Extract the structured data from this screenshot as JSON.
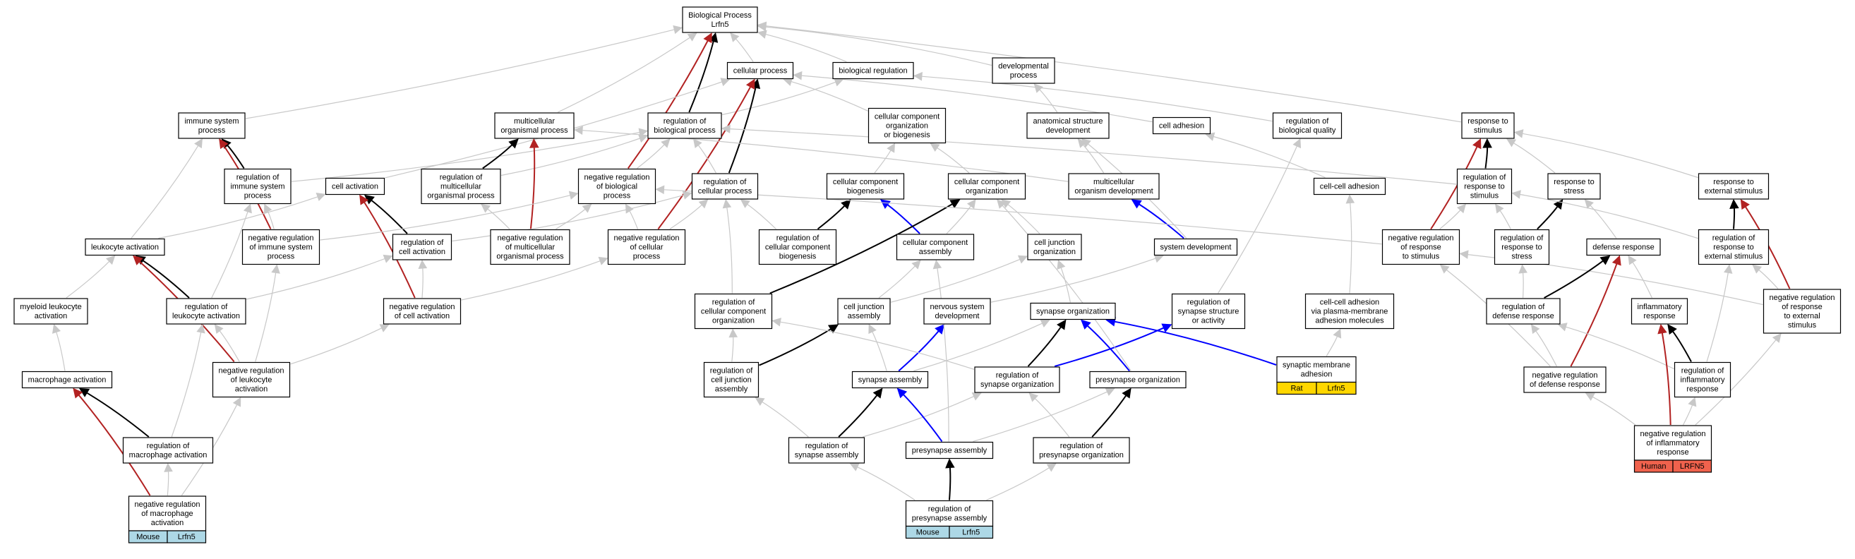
{
  "diagram": {
    "colors": {
      "is_a": "#c8c8c8",
      "regulates": "#000000",
      "negatively_regulates": "#b22222",
      "part_of": "#0000ff"
    },
    "nodes": [
      {
        "id": "bp",
        "lines": [
          "Biological Process",
          "Lrfn5"
        ]
      },
      {
        "id": "cp",
        "lines": [
          "cellular process"
        ]
      },
      {
        "id": "breg",
        "lines": [
          "biological regulation"
        ]
      },
      {
        "id": "devp",
        "lines": [
          "developmental",
          "process"
        ]
      },
      {
        "id": "isp",
        "lines": [
          "immune system",
          "process"
        ]
      },
      {
        "id": "mop",
        "lines": [
          "multicellular",
          "organismal process"
        ]
      },
      {
        "id": "rbp",
        "lines": [
          "regulation of",
          "biological process"
        ]
      },
      {
        "id": "ccob",
        "lines": [
          "cellular component",
          "organization",
          "or biogenesis"
        ]
      },
      {
        "id": "asd",
        "lines": [
          "anatomical structure",
          "development"
        ]
      },
      {
        "id": "cadh",
        "lines": [
          "cell adhesion"
        ]
      },
      {
        "id": "rbq",
        "lines": [
          "regulation of",
          "biological quality"
        ]
      },
      {
        "id": "rts",
        "lines": [
          "response to",
          "stimulus"
        ]
      },
      {
        "id": "risp",
        "lines": [
          "regulation of",
          "immune system",
          "process"
        ]
      },
      {
        "id": "cact",
        "lines": [
          "cell activation"
        ]
      },
      {
        "id": "rmop",
        "lines": [
          "regulation of",
          "multicellular",
          "organismal process"
        ]
      },
      {
        "id": "nrbp",
        "lines": [
          "negative regulation",
          "of biological",
          "process"
        ]
      },
      {
        "id": "rcp",
        "lines": [
          "regulation of",
          "cellular process"
        ]
      },
      {
        "id": "ccbio",
        "lines": [
          "cellular component",
          "biogenesis"
        ]
      },
      {
        "id": "cco",
        "lines": [
          "cellular component",
          "organization"
        ]
      },
      {
        "id": "mod",
        "lines": [
          "multicellular",
          "organism development"
        ]
      },
      {
        "id": "cca",
        "lines": [
          "cell-cell adhesion"
        ]
      },
      {
        "id": "rrts",
        "lines": [
          "regulation of",
          "response to",
          "stimulus"
        ]
      },
      {
        "id": "rtstr",
        "lines": [
          "response to",
          "stress"
        ]
      },
      {
        "id": "rtes",
        "lines": [
          "response to",
          "external stimulus"
        ]
      },
      {
        "id": "lact",
        "lines": [
          "leukocyte activation"
        ]
      },
      {
        "id": "nrisp",
        "lines": [
          "negative regulation",
          "of immune system",
          "process"
        ]
      },
      {
        "id": "rca",
        "lines": [
          "regulation of",
          "cell activation"
        ]
      },
      {
        "id": "nrmop",
        "lines": [
          "negative regulation",
          "of multicellular",
          "organismal process"
        ]
      },
      {
        "id": "nrcp",
        "lines": [
          "negative regulation",
          "of cellular",
          "process"
        ]
      },
      {
        "id": "rccb",
        "lines": [
          "regulation of",
          "cellular component",
          "biogenesis"
        ]
      },
      {
        "id": "cca2",
        "lines": [
          "cellular component",
          "assembly"
        ]
      },
      {
        "id": "cjo",
        "lines": [
          "cell junction",
          "organization"
        ]
      },
      {
        "id": "sysdev",
        "lines": [
          "system development"
        ]
      },
      {
        "id": "nrrts",
        "lines": [
          "negative regulation",
          "of response",
          "to stimulus"
        ]
      },
      {
        "id": "rrtstr",
        "lines": [
          "regulation of",
          "response to",
          "stress"
        ]
      },
      {
        "id": "defr",
        "lines": [
          "defense response"
        ]
      },
      {
        "id": "rrtes",
        "lines": [
          "regulation of",
          "response to",
          "external stimulus"
        ]
      },
      {
        "id": "mla",
        "lines": [
          "myeloid leukocyte",
          "activation"
        ]
      },
      {
        "id": "rla",
        "lines": [
          "regulation of",
          "leukocyte activation"
        ]
      },
      {
        "id": "nrca",
        "lines": [
          "negative regulation",
          "of cell activation"
        ]
      },
      {
        "id": "rcco",
        "lines": [
          "regulation of",
          "cellular component",
          "organization"
        ]
      },
      {
        "id": "cja",
        "lines": [
          "cell junction",
          "assembly"
        ]
      },
      {
        "id": "nsd",
        "lines": [
          "nervous system",
          "development"
        ]
      },
      {
        "id": "synorg",
        "lines": [
          "synapse organization"
        ]
      },
      {
        "id": "rssa",
        "lines": [
          "regulation of",
          "synapse structure",
          "or activity"
        ]
      },
      {
        "id": "ccavpm",
        "lines": [
          "cell-cell adhesion",
          "via plasma-membrane",
          "adhesion molecules"
        ]
      },
      {
        "id": "rdr",
        "lines": [
          "regulation of",
          "defense response"
        ]
      },
      {
        "id": "infr",
        "lines": [
          "inflammatory",
          "response"
        ]
      },
      {
        "id": "nrrtes",
        "lines": [
          "negative regulation",
          "of response",
          "to external",
          "stimulus"
        ]
      },
      {
        "id": "mact",
        "lines": [
          "macrophage activation"
        ]
      },
      {
        "id": "nrla",
        "lines": [
          "negative regulation",
          "of leukocyte",
          "activation"
        ]
      },
      {
        "id": "rcja",
        "lines": [
          "regulation of",
          "cell junction",
          "assembly"
        ]
      },
      {
        "id": "sass",
        "lines": [
          "synapse assembly"
        ]
      },
      {
        "id": "rso",
        "lines": [
          "regulation of",
          "synapse organization"
        ]
      },
      {
        "id": "preo",
        "lines": [
          "presynapse organization"
        ]
      },
      {
        "id": "sma",
        "lines": [
          "synaptic membrane",
          "adhesion"
        ]
      },
      {
        "id": "nrdr",
        "lines": [
          "negative regulation",
          "of defense response"
        ]
      },
      {
        "id": "rir",
        "lines": [
          "regulation of",
          "inflammatory",
          "response"
        ]
      },
      {
        "id": "rma",
        "lines": [
          "regulation of",
          "macrophage activation"
        ]
      },
      {
        "id": "rsa",
        "lines": [
          "regulation of",
          "synapse assembly"
        ]
      },
      {
        "id": "psa",
        "lines": [
          "presynapse assembly"
        ]
      },
      {
        "id": "rpo",
        "lines": [
          "regulation of",
          "presynapse organization"
        ]
      },
      {
        "id": "nrir",
        "lines": [
          "negative regulation",
          "of inflammatory",
          "response"
        ]
      },
      {
        "id": "nrma",
        "lines": [
          "negative regulation",
          "of macrophage",
          "activation"
        ]
      },
      {
        "id": "rpa",
        "lines": [
          "regulation of",
          "presynapse assembly"
        ]
      }
    ],
    "annotations": [
      {
        "node": "nrma",
        "species": "Mouse",
        "gene": "Lrfn5",
        "color": "#add8e6"
      },
      {
        "node": "rpa",
        "species": "Mouse",
        "gene": "Lrfn5",
        "color": "#add8e6"
      },
      {
        "node": "sma",
        "species": "Rat",
        "gene": "Lrfn5",
        "color": "#ffd700"
      },
      {
        "node": "nrir",
        "species": "Human",
        "gene": "LRFN5",
        "color": "#f0624d"
      }
    ],
    "edges": [
      {
        "from": "cp",
        "to": "bp",
        "type": "is_a"
      },
      {
        "from": "breg",
        "to": "bp",
        "type": "is_a"
      },
      {
        "from": "devp",
        "to": "bp",
        "type": "is_a"
      },
      {
        "from": "mop",
        "to": "bp",
        "type": "is_a"
      },
      {
        "from": "rts",
        "to": "bp",
        "type": "is_a"
      },
      {
        "from": "isp",
        "to": "bp",
        "type": "is_a"
      },
      {
        "from": "rbp",
        "to": "bp",
        "type": "regulates"
      },
      {
        "from": "nrbp",
        "to": "bp",
        "type": "negatively_regulates"
      },
      {
        "from": "rbp",
        "to": "breg",
        "type": "is_a"
      },
      {
        "from": "ccob",
        "to": "cp",
        "type": "is_a"
      },
      {
        "from": "cact",
        "to": "cp",
        "type": "is_a"
      },
      {
        "from": "rcp",
        "to": "cp",
        "type": "regulates"
      },
      {
        "from": "nrcp",
        "to": "cp",
        "type": "negatively_regulates"
      },
      {
        "from": "rcp",
        "to": "rbp",
        "type": "is_a"
      },
      {
        "from": "risp",
        "to": "rbp",
        "type": "is_a"
      },
      {
        "from": "rmop",
        "to": "rbp",
        "type": "is_a"
      },
      {
        "from": "nrbp",
        "to": "rbp",
        "type": "is_a"
      },
      {
        "from": "rrts",
        "to": "rbp",
        "type": "is_a"
      },
      {
        "from": "risp",
        "to": "isp",
        "type": "regulates"
      },
      {
        "from": "nrisp",
        "to": "isp",
        "type": "negatively_regulates"
      },
      {
        "from": "lact",
        "to": "isp",
        "type": "is_a"
      },
      {
        "from": "rmop",
        "to": "mop",
        "type": "regulates"
      },
      {
        "from": "nrmop",
        "to": "mop",
        "type": "negatively_regulates"
      },
      {
        "from": "mod",
        "to": "mop",
        "type": "is_a"
      },
      {
        "from": "asd",
        "to": "devp",
        "type": "is_a"
      },
      {
        "from": "cadh",
        "to": "cp",
        "type": "is_a"
      },
      {
        "from": "rbq",
        "to": "breg",
        "type": "is_a"
      },
      {
        "from": "ccbio",
        "to": "ccob",
        "type": "is_a"
      },
      {
        "from": "cco",
        "to": "ccob",
        "type": "is_a"
      },
      {
        "from": "mod",
        "to": "asd",
        "type": "is_a"
      },
      {
        "from": "sysdev",
        "to": "asd",
        "type": "is_a"
      },
      {
        "from": "cca",
        "to": "cadh",
        "type": "is_a"
      },
      {
        "from": "rssa",
        "to": "rbq",
        "type": "is_a"
      },
      {
        "from": "rrts",
        "to": "rts",
        "type": "regulates"
      },
      {
        "from": "nrrts",
        "to": "rts",
        "type": "negatively_regulates"
      },
      {
        "from": "rtstr",
        "to": "rts",
        "type": "is_a"
      },
      {
        "from": "rtes",
        "to": "rts",
        "type": "is_a"
      },
      {
        "from": "lact",
        "to": "cact",
        "type": "is_a"
      },
      {
        "from": "rca",
        "to": "cact",
        "type": "regulates"
      },
      {
        "from": "nrca",
        "to": "cact",
        "type": "negatively_regulates"
      },
      {
        "from": "nrisp",
        "to": "risp",
        "type": "is_a"
      },
      {
        "from": "nrisp",
        "to": "nrbp",
        "type": "is_a"
      },
      {
        "from": "rca",
        "to": "rcp",
        "type": "is_a"
      },
      {
        "from": "nrcp",
        "to": "rcp",
        "type": "is_a"
      },
      {
        "from": "nrcp",
        "to": "nrbp",
        "type": "is_a"
      },
      {
        "from": "rccb",
        "to": "ccbio",
        "type": "regulates"
      },
      {
        "from": "rccb",
        "to": "rcp",
        "type": "is_a"
      },
      {
        "from": "cca2",
        "to": "ccbio",
        "type": "part_of"
      },
      {
        "from": "cca2",
        "to": "cco",
        "type": "is_a"
      },
      {
        "from": "cjo",
        "to": "cco",
        "type": "is_a"
      },
      {
        "from": "rcco",
        "to": "cco",
        "type": "regulates"
      },
      {
        "from": "rcco",
        "to": "rcp",
        "type": "is_a"
      },
      {
        "from": "sysdev",
        "to": "mod",
        "type": "part_of"
      },
      {
        "from": "nrmop",
        "to": "rmop",
        "type": "is_a"
      },
      {
        "from": "nrmop",
        "to": "nrbp",
        "type": "is_a"
      },
      {
        "from": "nrrts",
        "to": "rrts",
        "type": "is_a"
      },
      {
        "from": "nrrts",
        "to": "nrbp",
        "type": "is_a"
      },
      {
        "from": "rrtstr",
        "to": "rtstr",
        "type": "regulates"
      },
      {
        "from": "rrtstr",
        "to": "rrts",
        "type": "is_a"
      },
      {
        "from": "defr",
        "to": "rtstr",
        "type": "is_a"
      },
      {
        "from": "rrtes",
        "to": "rtes",
        "type": "regulates"
      },
      {
        "from": "rrtes",
        "to": "rrts",
        "type": "is_a"
      },
      {
        "from": "nrrtes",
        "to": "rtes",
        "type": "negatively_regulates"
      },
      {
        "from": "nrrtes",
        "to": "rrtes",
        "type": "is_a"
      },
      {
        "from": "nrrtes",
        "to": "nrrts",
        "type": "is_a"
      },
      {
        "from": "mla",
        "to": "lact",
        "type": "is_a"
      },
      {
        "from": "rla",
        "to": "lact",
        "type": "regulates"
      },
      {
        "from": "nrla",
        "to": "lact",
        "type": "negatively_regulates"
      },
      {
        "from": "rla",
        "to": "rca",
        "type": "is_a"
      },
      {
        "from": "rla",
        "to": "risp",
        "type": "is_a"
      },
      {
        "from": "nrca",
        "to": "rca",
        "type": "is_a"
      },
      {
        "from": "nrca",
        "to": "nrcp",
        "type": "is_a"
      },
      {
        "from": "nrla",
        "to": "rla",
        "type": "is_a"
      },
      {
        "from": "nrla",
        "to": "nrisp",
        "type": "is_a"
      },
      {
        "from": "nrla",
        "to": "nrca",
        "type": "is_a"
      },
      {
        "from": "cja",
        "to": "cca2",
        "type": "is_a"
      },
      {
        "from": "cja",
        "to": "cjo",
        "type": "is_a"
      },
      {
        "from": "rcja",
        "to": "cja",
        "type": "regulates"
      },
      {
        "from": "rcja",
        "to": "rcco",
        "type": "is_a"
      },
      {
        "from": "nsd",
        "to": "sysdev",
        "type": "is_a"
      },
      {
        "from": "synorg",
        "to": "cjo",
        "type": "is_a"
      },
      {
        "from": "sass",
        "to": "cja",
        "type": "is_a"
      },
      {
        "from": "sass",
        "to": "synorg",
        "type": "is_a"
      },
      {
        "from": "sass",
        "to": "nsd",
        "type": "part_of"
      },
      {
        "from": "rso",
        "to": "synorg",
        "type": "regulates"
      },
      {
        "from": "rso",
        "to": "rcco",
        "type": "is_a"
      },
      {
        "from": "rso",
        "to": "rssa",
        "type": "part_of"
      },
      {
        "from": "preo",
        "to": "synorg",
        "type": "part_of"
      },
      {
        "from": "preo",
        "to": "cco",
        "type": "is_a"
      },
      {
        "from": "sma",
        "to": "synorg",
        "type": "part_of"
      },
      {
        "from": "sma",
        "to": "ccavpm",
        "type": "is_a"
      },
      {
        "from": "ccavpm",
        "to": "cca",
        "type": "is_a"
      },
      {
        "from": "mact",
        "to": "mla",
        "type": "is_a"
      },
      {
        "from": "rma",
        "to": "mact",
        "type": "regulates"
      },
      {
        "from": "nrma",
        "to": "mact",
        "type": "negatively_regulates"
      },
      {
        "from": "rma",
        "to": "rla",
        "type": "is_a"
      },
      {
        "from": "nrma",
        "to": "rma",
        "type": "is_a"
      },
      {
        "from": "nrma",
        "to": "nrla",
        "type": "is_a"
      },
      {
        "from": "rsa",
        "to": "sass",
        "type": "regulates"
      },
      {
        "from": "rsa",
        "to": "rcja",
        "type": "is_a"
      },
      {
        "from": "rsa",
        "to": "rso",
        "type": "is_a"
      },
      {
        "from": "psa",
        "to": "sass",
        "type": "part_of"
      },
      {
        "from": "psa",
        "to": "preo",
        "type": "is_a"
      },
      {
        "from": "psa",
        "to": "cca2",
        "type": "is_a"
      },
      {
        "from": "rpo",
        "to": "preo",
        "type": "regulates"
      },
      {
        "from": "rpo",
        "to": "rso",
        "type": "is_a"
      },
      {
        "from": "rpa",
        "to": "psa",
        "type": "regulates"
      },
      {
        "from": "rpa",
        "to": "rsa",
        "type": "is_a"
      },
      {
        "from": "rpa",
        "to": "rpo",
        "type": "is_a"
      },
      {
        "from": "rdr",
        "to": "defr",
        "type": "regulates"
      },
      {
        "from": "rdr",
        "to": "rrtstr",
        "type": "is_a"
      },
      {
        "from": "infr",
        "to": "defr",
        "type": "is_a"
      },
      {
        "from": "nrdr",
        "to": "defr",
        "type": "negatively_regulates"
      },
      {
        "from": "nrdr",
        "to": "rdr",
        "type": "is_a"
      },
      {
        "from": "nrdr",
        "to": "nrrts",
        "type": "is_a"
      },
      {
        "from": "rir",
        "to": "infr",
        "type": "regulates"
      },
      {
        "from": "rir",
        "to": "rdr",
        "type": "is_a"
      },
      {
        "from": "rir",
        "to": "rrtes",
        "type": "is_a"
      },
      {
        "from": "nrir",
        "to": "infr",
        "type": "negatively_regulates"
      },
      {
        "from": "nrir",
        "to": "rir",
        "type": "is_a"
      },
      {
        "from": "nrir",
        "to": "nrdr",
        "type": "is_a"
      },
      {
        "from": "nrir",
        "to": "nrrtes",
        "type": "is_a"
      }
    ]
  }
}
